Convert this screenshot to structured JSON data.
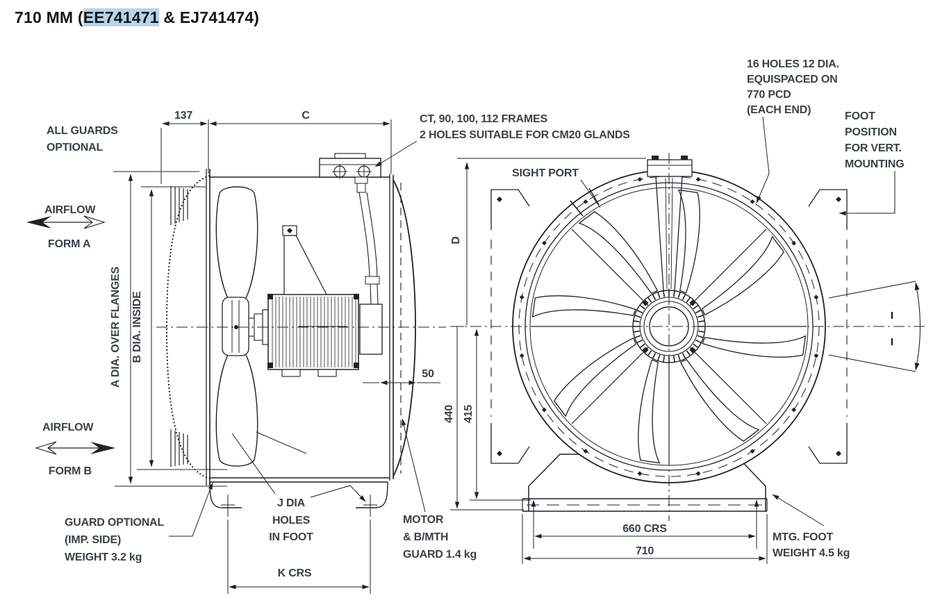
{
  "title": {
    "part1": "710 MM (",
    "highlight": "EE741471",
    "part2": " & EJ741474)"
  },
  "colors": {
    "line": "#1f2125",
    "label": "#39404d",
    "title_text": "#14171c",
    "highlight_bg": "#b6d4ea",
    "background": "#ffffff"
  },
  "side_view": {
    "labels": {
      "all_guards": [
        "ALL GUARDS",
        "OPTIONAL"
      ],
      "airflow_form_a": [
        "AIRFLOW",
        "FORM A"
      ],
      "airflow_form_b": [
        "AIRFLOW",
        "FORM B"
      ],
      "dim_a": "A DIA. OVER FLANGES",
      "dim_b": "B DIA. INSIDE",
      "dim_137": "137",
      "dim_c": "C",
      "gland_note": [
        "CT, 90, 100, 112 FRAMES",
        "2 HOLES SUITABLE FOR CM20 GLANDS"
      ],
      "dim_50": "50",
      "guard_note": [
        "GUARD OPTIONAL",
        "(IMP. SIDE)",
        "WEIGHT 3.2 kg"
      ],
      "foot_holes_note": [
        "J DIA",
        "HOLES",
        "IN FOOT"
      ],
      "dim_k": "K CRS",
      "motor_guard_note": [
        "MOTOR",
        "& B/MTH",
        "GUARD 1.4 kg"
      ]
    }
  },
  "front_view": {
    "labels": {
      "flange_holes_note": [
        "16 HOLES 12 DIA.",
        "EQUISPACED ON",
        "770 PCD",
        "(EACH END)"
      ],
      "foot_position_note": [
        "FOOT",
        "POSITION",
        "FOR VERT.",
        "MOUNTING"
      ],
      "sight_port": "SIGHT PORT",
      "dim_d": "D",
      "dim_440": "440",
      "dim_415": "415",
      "dim_660": "660 CRS",
      "dim_710": "710",
      "mtg_foot_note": [
        "MTG. FOOT",
        "WEIGHT 4.5 kg"
      ]
    }
  }
}
